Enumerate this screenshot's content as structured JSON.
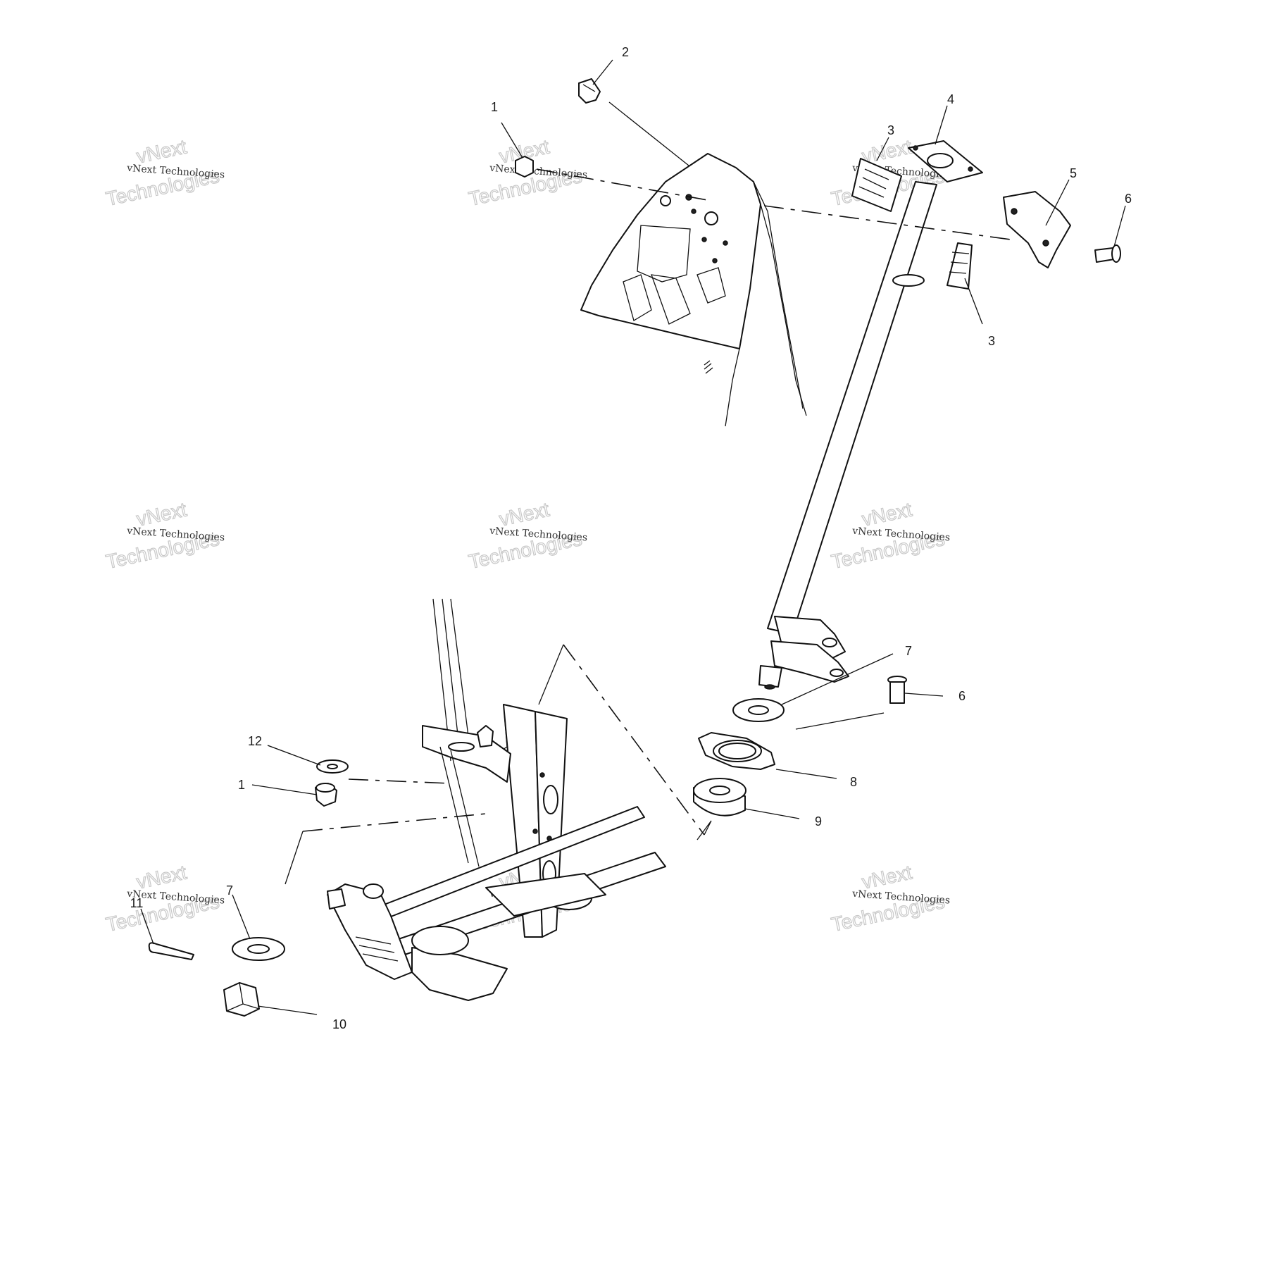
{
  "diagram": {
    "callouts": [
      "1",
      "2",
      "3",
      "4",
      "3",
      "5",
      "6",
      "7",
      "6",
      "8",
      "9",
      "12",
      "1",
      "11",
      "7",
      "10"
    ],
    "watermark": {
      "line1": "vNext",
      "line2": "vNext Technologies",
      "line3": "Technologies"
    }
  }
}
